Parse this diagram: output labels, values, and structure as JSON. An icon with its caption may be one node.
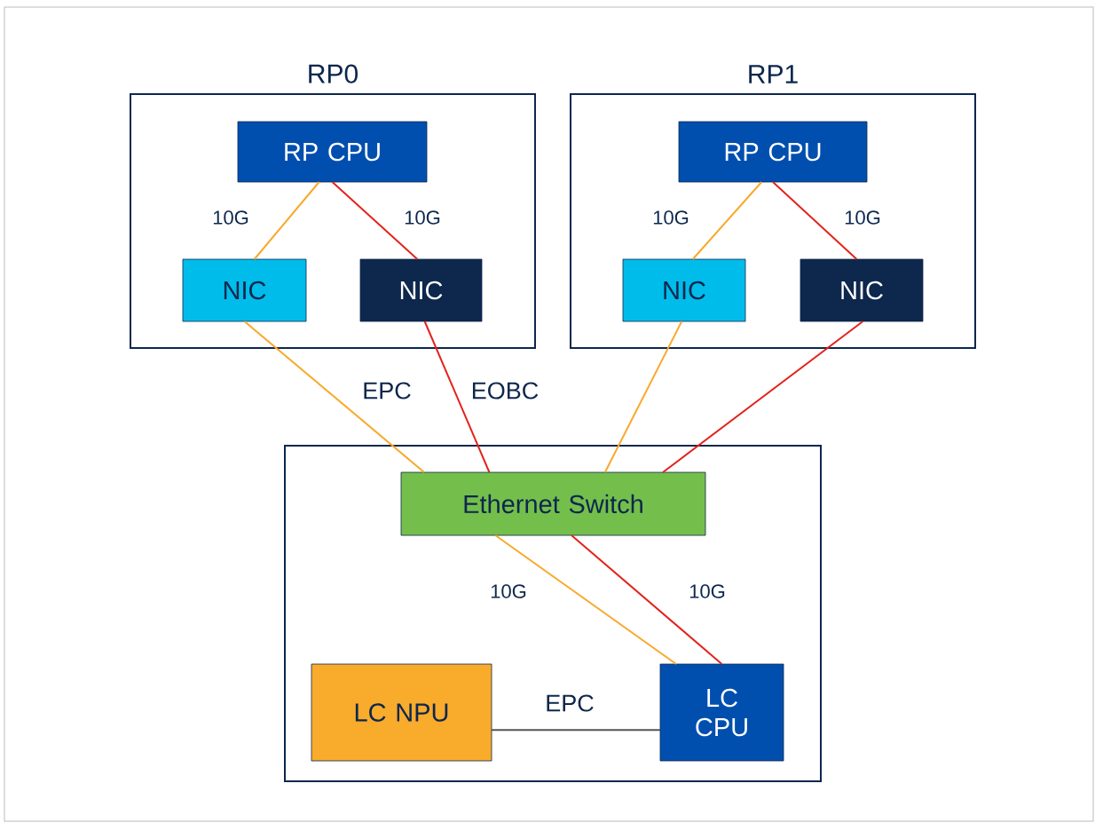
{
  "diagram": {
    "nodes": [
      {
        "text": [
          "RP0"
        ]
      },
      {
        "text": [
          "RP CPU"
        ],
        "in": 0
      },
      {
        "text": [
          "NIC"
        ],
        "in": 0
      },
      {
        "text": [
          "NIC"
        ],
        "in": 0
      },
      {
        "text": [
          "RP1"
        ]
      },
      {
        "text": [
          "RP CPU"
        ],
        "in": 4
      },
      {
        "text": [
          "NIC"
        ],
        "in": 4
      },
      {
        "text": [
          "NIC"
        ],
        "in": 4
      },
      {
        "text": [],
        "shape": "box"
      },
      {
        "text": [
          "Ethernet Switch"
        ],
        "in": 8
      },
      {
        "text": [
          "LC NPU"
        ],
        "in": 8
      },
      {
        "text": [
          "LC CPU"
        ],
        "in": 8
      }
    ],
    "edges": [
      {
        "from": 1,
        "to": 2,
        "arrow": "none",
        "label": "10G",
        "color": "#f9a82a"
      },
      {
        "from": 1,
        "to": 3,
        "arrow": "none",
        "label": "10G",
        "color": "#e2231a"
      },
      {
        "from": 5,
        "to": 6,
        "arrow": "none",
        "label": "10G",
        "color": "#f9a82a"
      },
      {
        "from": 5,
        "to": 7,
        "arrow": "none",
        "label": "10G",
        "color": "#e2231a"
      },
      {
        "from": 2,
        "to": 9,
        "arrow": "none",
        "label": "EPC",
        "color": "#f9a82a"
      },
      {
        "from": 3,
        "to": 9,
        "arrow": "none",
        "label": "EOBC",
        "color": "#e2231a"
      },
      {
        "from": 6,
        "to": 9,
        "arrow": "none",
        "color": "#f9a82a"
      },
      {
        "from": 7,
        "to": 9,
        "arrow": "none",
        "color": "#e2231a"
      },
      {
        "from": 9,
        "to": 11,
        "arrow": "none",
        "label": "10G",
        "color": "#f9a82a"
      },
      {
        "from": 9,
        "to": 11,
        "arrow": "none",
        "label": "10G",
        "color": "#e2231a"
      },
      {
        "from": 10,
        "to": 11,
        "arrow": "none",
        "label": "EPC",
        "color": "#555555"
      }
    ]
  }
}
